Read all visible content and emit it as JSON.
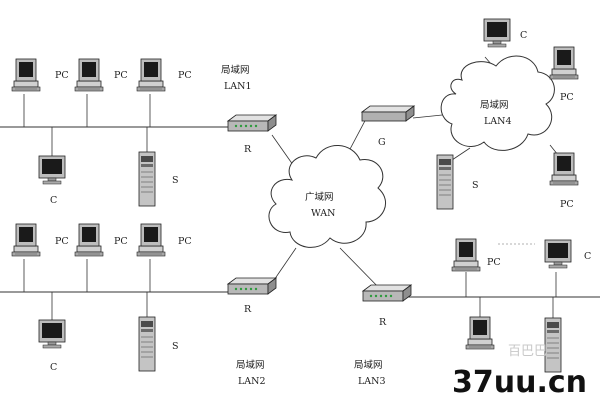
{
  "labels": {
    "pc": "PC",
    "c": "C",
    "s": "S",
    "r": "R",
    "g": "G",
    "lan_prefix": "局域网",
    "lan1": "LAN1",
    "lan2": "LAN2",
    "lan3": "LAN3",
    "lan4": "LAN4",
    "wan_prefix": "广域网",
    "wan": "WAN"
  },
  "watermark": {
    "text": "37uu.cn",
    "cn": "百巴巴"
  }
}
